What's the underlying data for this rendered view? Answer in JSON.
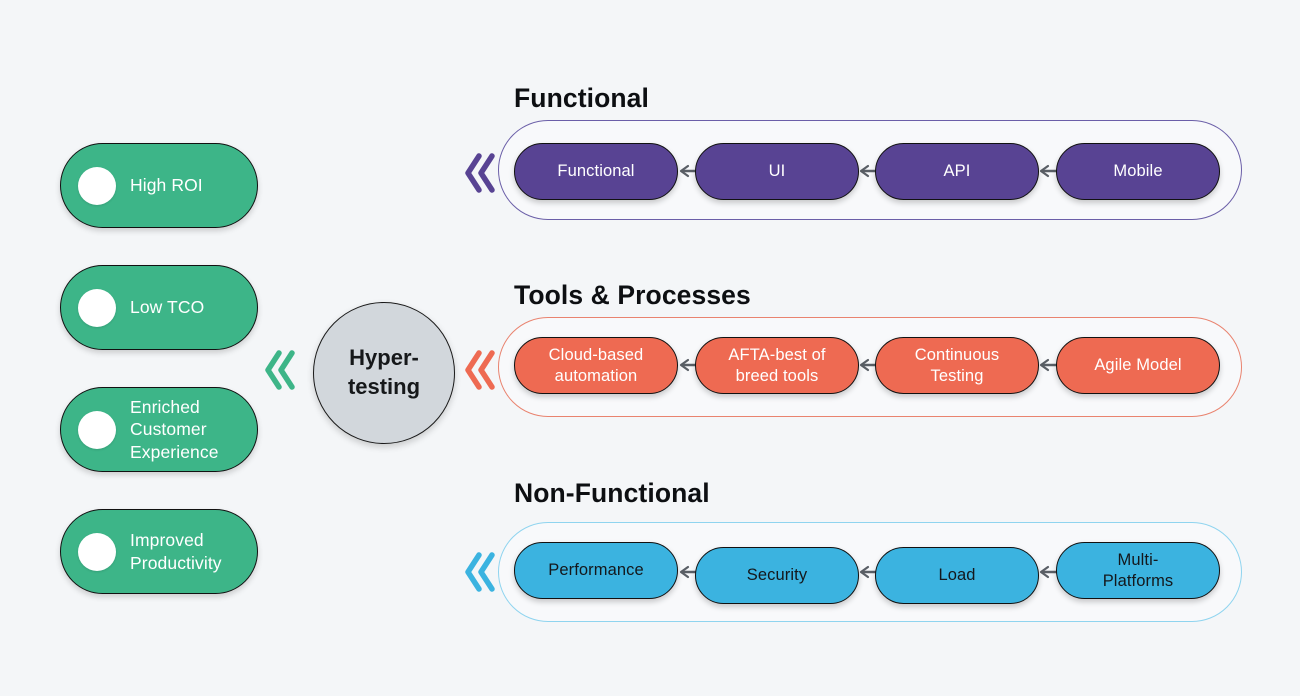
{
  "theme": {
    "background": "#f4f6f8",
    "green": "#3DB588",
    "purple": "#584393",
    "red": "#EE6A52",
    "blue": "#3BB3E0",
    "hub_fill": "#d2d7dc",
    "outline": "#111111"
  },
  "hub": {
    "label": "Hyper-\ntesting",
    "line1": "Hyper-",
    "line2": "testing"
  },
  "benefits": [
    {
      "label": "High ROI"
    },
    {
      "label": "Low TCO"
    },
    {
      "label": "Enriched\nCustomer\nExperience"
    },
    {
      "label": "Improved\nProductivity"
    }
  ],
  "groups": [
    {
      "title": "Functional",
      "color": "#584393",
      "nodes": [
        {
          "label": "Functional"
        },
        {
          "label": "UI"
        },
        {
          "label": "API"
        },
        {
          "label": "Mobile"
        }
      ]
    },
    {
      "title": "Tools & Processes",
      "color": "#EE6A52",
      "nodes": [
        {
          "label": "Cloud-based\nautomation"
        },
        {
          "label": "AFTA-best of\nbreed tools"
        },
        {
          "label": "Continuous\nTesting"
        },
        {
          "label": "Agile Model"
        }
      ]
    },
    {
      "title": "Non-Functional",
      "color": "#3BB3E0",
      "nodes": [
        {
          "label": "Performance"
        },
        {
          "label": "Security"
        },
        {
          "label": "Load"
        },
        {
          "label": "Multi-\nPlatforms"
        }
      ]
    }
  ],
  "chevrons": [
    {
      "name": "chevron-benefits-to-hub",
      "color": "#3DB588"
    },
    {
      "name": "chevron-hub-to-functional",
      "color": "#584393"
    },
    {
      "name": "chevron-hub-to-tools",
      "color": "#EE6A52"
    },
    {
      "name": "chevron-hub-to-nonfunctional",
      "color": "#3BB3E0"
    },
    {
      "name": "chevron-functional-inlet",
      "color": "#584393"
    }
  ]
}
